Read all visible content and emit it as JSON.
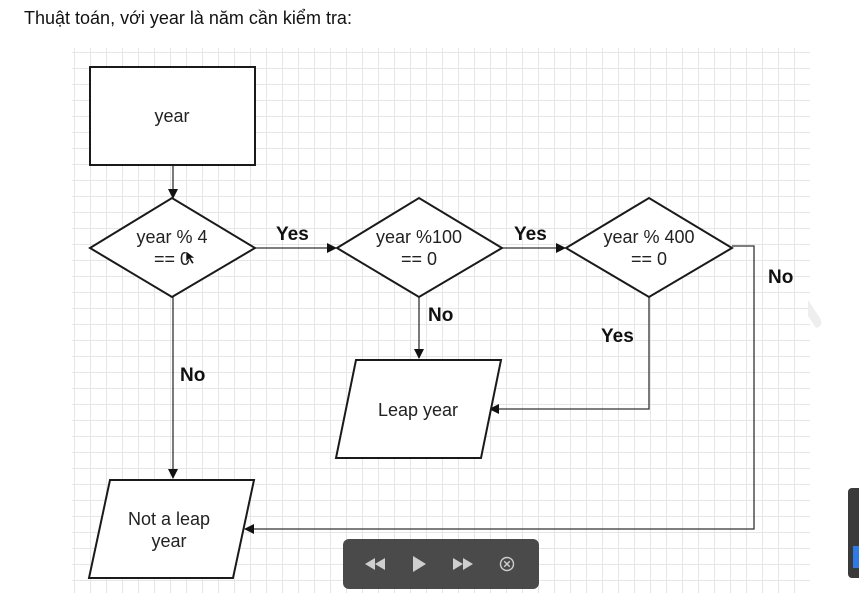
{
  "heading": "Thuật toán, với year là năm cần kiểm tra:",
  "flowchart": {
    "nodes": {
      "input": {
        "label": "year"
      },
      "check4": {
        "line1": "year % 4",
        "line2": "== 0"
      },
      "check100": {
        "line1": "year %100",
        "line2": "== 0"
      },
      "check400": {
        "line1": "year % 400",
        "line2": "== 0"
      },
      "leap": {
        "label": "Leap year"
      },
      "not_leap": {
        "line1": "Not a leap",
        "line2": "year"
      }
    },
    "edges": {
      "check4_yes": "Yes",
      "check100_yes": "Yes",
      "check4_no": "No",
      "check100_no": "No",
      "check400_yes": "Yes",
      "check400_no": "No"
    }
  },
  "player": {
    "controls": [
      {
        "icon": "rewind-icon"
      },
      {
        "icon": "play-icon"
      },
      {
        "icon": "fast-forward-icon"
      },
      {
        "icon": "close-icon"
      }
    ],
    "background": "#4a4a4a"
  }
}
